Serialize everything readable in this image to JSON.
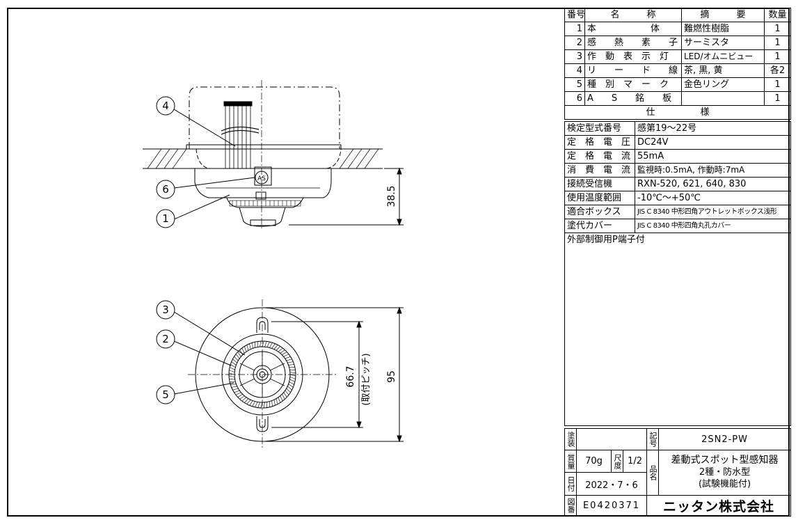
{
  "parts_table": {
    "headers": {
      "no": "番号",
      "name": "名　　　称",
      "spec": "摘　　　要",
      "qty": "数量"
    },
    "rows": [
      {
        "no": "1",
        "name": "本　　　　　　体",
        "spec": "難燃性樹脂",
        "qty": "1"
      },
      {
        "no": "2",
        "name": "感　　熱　　素　　子",
        "spec": "サーミスタ",
        "qty": "1"
      },
      {
        "no": "3",
        "name": "作　動　表　示　灯",
        "spec": "LED/オムニビュー",
        "qty": "1"
      },
      {
        "no": "4",
        "name": "リ　　ー　　ド　　線",
        "spec": "茶, 黒, 黄",
        "qty": "各2"
      },
      {
        "no": "5",
        "name": "種　別　マ　ー　ク",
        "spec": "金色リング",
        "qty": "1"
      },
      {
        "no": "6",
        "name": "A　　S　　銘　　板",
        "spec": "",
        "qty": "1"
      }
    ]
  },
  "spec_table": {
    "header": "仕　　　　　様",
    "rows": [
      {
        "label": "検定型式番号",
        "value": "感第19～22号"
      },
      {
        "label": "定　格　電　圧",
        "value": "DC24V"
      },
      {
        "label": "定　格　電　流",
        "value": "55mA"
      },
      {
        "label": "消　費　電　流",
        "value": "監視時:0.5mA, 作動時:7mA"
      },
      {
        "label": "接続受信機",
        "value": "RXN-520, 621, 640, 830"
      },
      {
        "label": "使用温度範囲",
        "value": "-10℃～+50℃"
      },
      {
        "label": "適合ボックス",
        "value": "JIS C 8340 中形四角アウトレットボックス浅形"
      },
      {
        "label": "塗代カバー",
        "value": "JIS C 8340 中形四角丸孔カバー"
      }
    ],
    "note": "外部制御用P端子付"
  },
  "title_block": {
    "finish_label": "塗装",
    "finish_value": "",
    "mark_label": "記号",
    "model": "2SN2-PW",
    "mass_label": "質量",
    "mass": "70g",
    "scale_label": "尺度",
    "scale_num": "1",
    "scale_den": "2",
    "name_label": "品名",
    "name_line1": "差動式スポット型感知器",
    "name_line2": "2種・防水型",
    "name_line3": "(試験機能付)",
    "date_label": "日付",
    "date": "2022・7・6",
    "drawing_no_label": "図番",
    "drawing_no": "E0420371",
    "company": "ニッタン株式会社"
  },
  "drawing": {
    "balloons": [
      "1",
      "2",
      "3",
      "4",
      "5",
      "6"
    ],
    "dims": {
      "height": "38.5",
      "pitch": "66.7",
      "pitch_note": "(取付ピッチ)",
      "diameter": "95"
    },
    "as_mark": "AS"
  }
}
